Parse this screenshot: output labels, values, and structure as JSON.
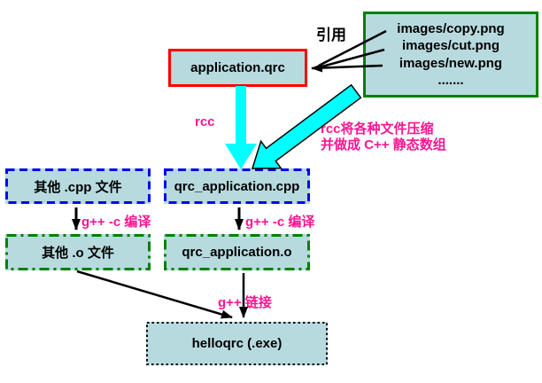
{
  "colors": {
    "box_fill": "#b7dade",
    "border_red": "#ff0000",
    "border_green": "#008000",
    "border_blue": "#0505ee",
    "text_magenta": "#ff1490",
    "arrow_cyan": "#00ffff",
    "text_black": "#000000",
    "background": "#ffffff"
  },
  "boxes": {
    "resource_files": {
      "lines": [
        "images/copy.png",
        "images/cut.png",
        "images/new.png",
        "......."
      ]
    },
    "application_qrc": "application.qrc",
    "other_cpp": "其他 .cpp 文件",
    "qrc_application_cpp": "qrc_application.cpp",
    "other_o": "其他 .o 文件",
    "qrc_application_o": "qrc_application.o",
    "helloqrc": "helloqrc (.exe)"
  },
  "labels": {
    "reference": "引用",
    "rcc": "rcc",
    "rcc_note": [
      "rcc将各种文件压缩",
      "并做成 C++ 静态数组"
    ],
    "compile_left": "g++ -c 编译",
    "compile_right": "g++ -c 编译",
    "link": "g++ 链接"
  }
}
